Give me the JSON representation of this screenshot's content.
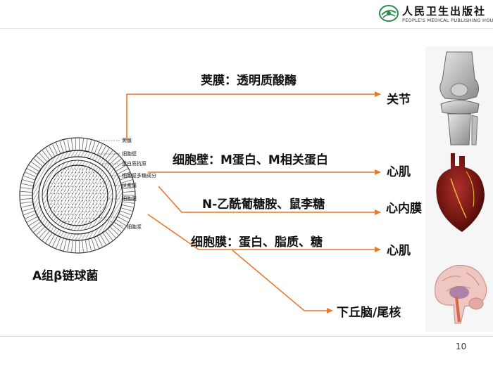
{
  "header": {
    "publisher_cn": "人民卫生出版社",
    "publisher_en": "PEOPLE'S MEDICAL PUBLISHING HOUSE"
  },
  "diagram": {
    "organism_label": "A组β链球菌",
    "cell_layer_labels": [
      "荚膜",
      "细胞壁",
      "蛋白质抗原",
      "细胞壁多糖成分",
      "伏素膜",
      "细胞膜",
      "细胞浆"
    ],
    "antigens": [
      {
        "label": "荚膜：透明质酸酶",
        "target": "关节"
      },
      {
        "label": "细胞壁：M蛋白、M相关蛋白",
        "target": "心肌"
      },
      {
        "label": "N-乙酰葡糖胺、鼠李糖",
        "target": "心内膜"
      },
      {
        "label": "细胞膜：蛋白、脂质、糖",
        "target": "心肌"
      }
    ],
    "extra_target": "下丘脑/尾核"
  },
  "colors": {
    "arrow": "#e8782a"
  },
  "footer": {
    "page_number": "10"
  }
}
